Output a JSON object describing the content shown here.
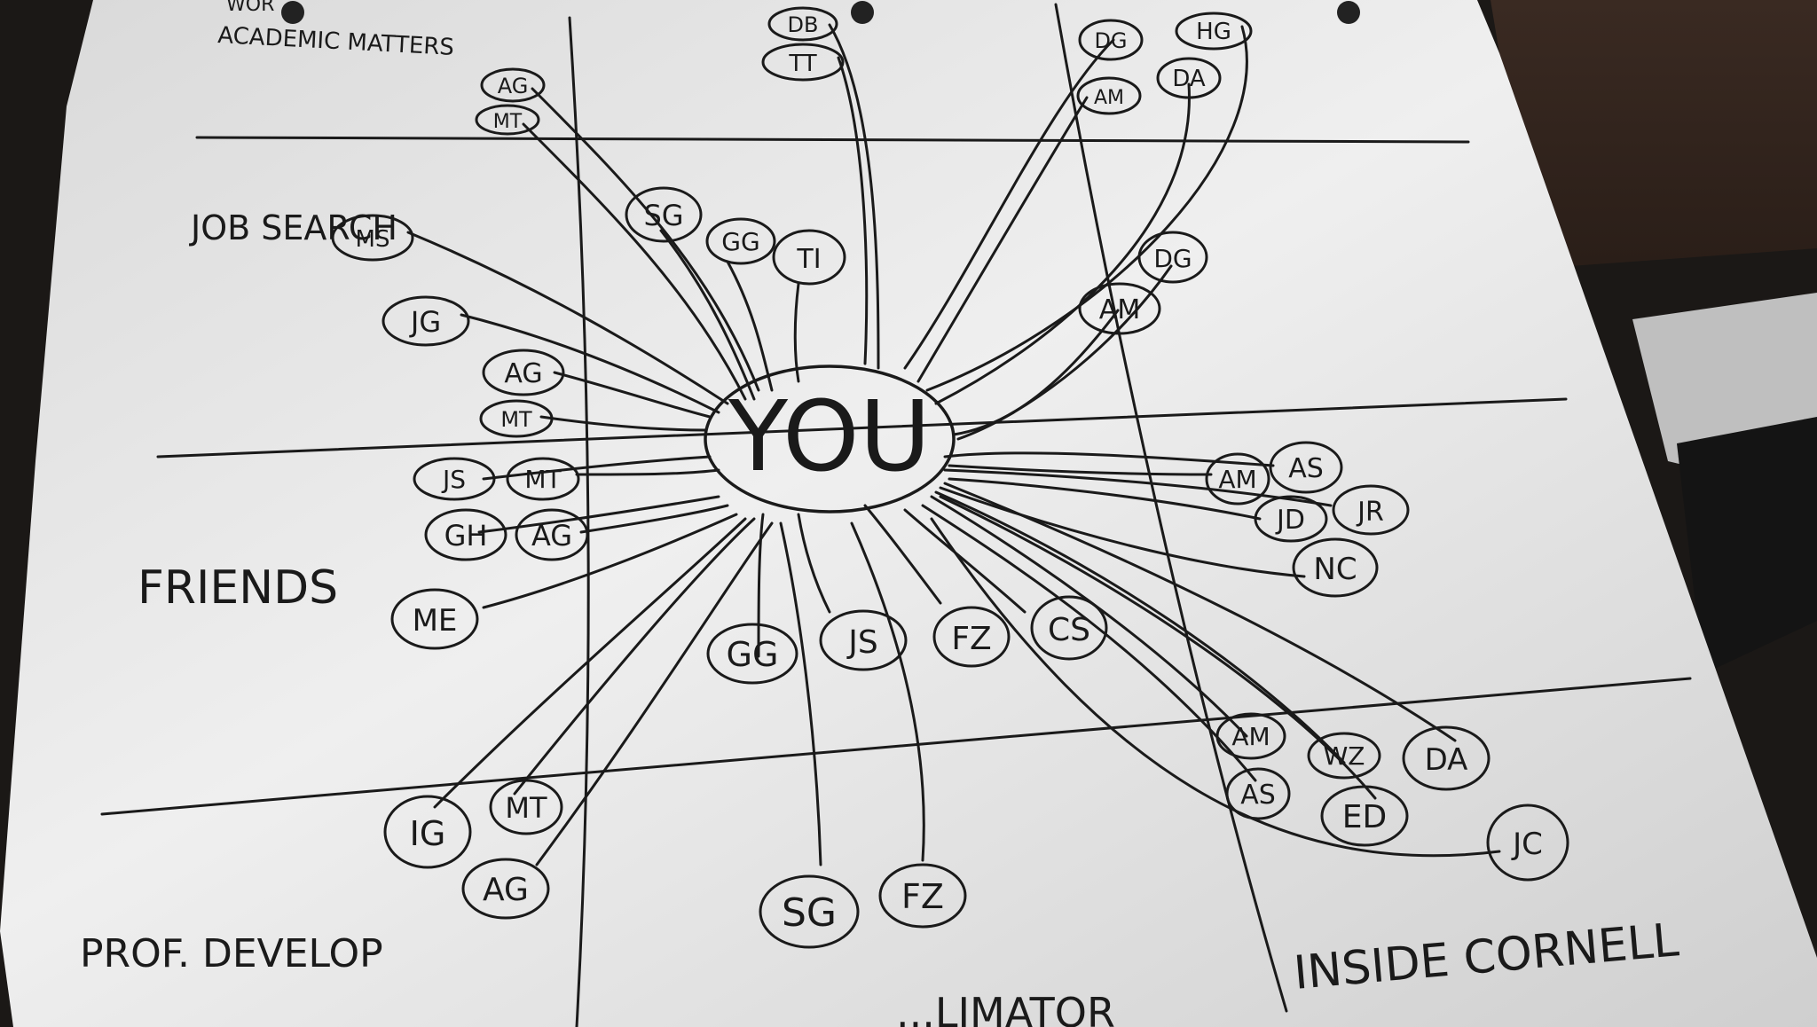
{
  "paper": {
    "sections": {
      "academic": "ACADEMIC MATTERS",
      "academic_partial": "WOR",
      "job_search": "JOB SEARCH",
      "friends": "FRIENDS",
      "prof_develop": "PROF. DEVELOP",
      "inside_cornell": "INSIDE CORNELL",
      "bottom_partial": "...LIMATOR"
    },
    "center": "YOU",
    "nodes": {
      "academic": [
        "DB",
        "TT",
        "AG",
        "MT",
        "DG",
        "HG",
        "AM",
        "DA"
      ],
      "job_search": [
        "SG",
        "GG",
        "TI",
        "MS",
        "JG",
        "AG",
        "MT",
        "DG",
        "AM"
      ],
      "friends": [
        "JS",
        "MT",
        "GH",
        "AG",
        "ME",
        "AM",
        "AS",
        "JD",
        "JR",
        "NC"
      ],
      "middle": [
        "GG",
        "JS",
        "FZ",
        "CS"
      ],
      "prof_develop": [
        "IG",
        "MT",
        "AG",
        "SG",
        "FZ"
      ],
      "inside_cornell": [
        "AM",
        "AS",
        "WZ",
        "ED",
        "DA",
        "JC"
      ]
    },
    "ink_color": "#1a1a1a",
    "paper_color": "#ececec"
  }
}
